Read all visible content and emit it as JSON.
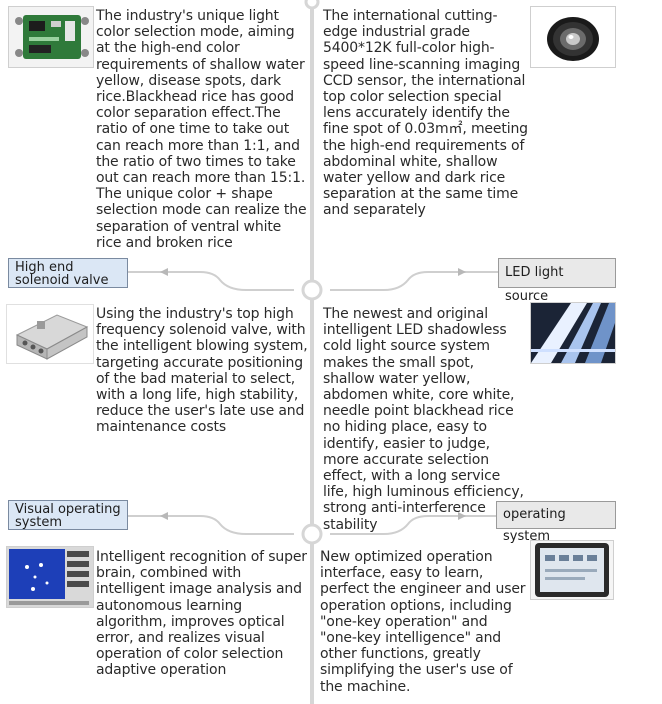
{
  "sections": [
    {
      "left_text": "The industry's unique light color selection mode, aiming at the high-end color requirements of shallow water yellow, disease spots, dark rice.Blackhead rice has good color separation effect.The ratio of one time to take out can reach more than 1:1, and the ratio of two times to take out can reach more than 15:1. The unique color + shape selection mode can realize the separation of ventral white rice and broken rice",
      "right_text": "The international cutting-edge industrial grade 5400*12K full-color high-speed line-scanning imaging CCD sensor, the international top color selection special lens accurately identify the fine spot of 0.03m㎡, meeting the high-end requirements of abdominal white, shallow water yellow and dark rice separation at the same time and separately",
      "left_icon": "circuit-board-icon",
      "right_icon": "camera-lens-icon"
    },
    {
      "left_label": "High end solenoid valve",
      "right_label": "LED light source",
      "left_text": "Using the industry's top high frequency solenoid valve, with the intelligent blowing system, targeting accurate positioning of the bad material to select, with a long life, high stability, reduce the user's late use and maintenance costs",
      "right_text": "The newest and original intelligent LED shadowless cold light source system makes the small spot, shallow water yellow, abdomen white, core white, needle point blackhead rice no hiding place, easy to identify, easier to judge, more accurate selection effect, with a long service life, high luminous efficiency, strong anti-interference stability",
      "left_icon": "solenoid-valve-icon",
      "right_icon": "led-light-icon"
    },
    {
      "left_label": "Visual operating system",
      "right_label": "operating system",
      "left_text": "Intelligent recognition of super brain, combined with intelligent image analysis and autonomous learning algorithm, improves optical error, and realizes visual operation of color selection adaptive operation",
      "right_text": "New optimized operation interface, easy to learn, perfect the engineer and user operation options, including \"one-key operation\" and \"one-key intelligence\" and other functions, greatly simplifying the user's use of the machine.",
      "left_icon": "visual-screen-icon",
      "right_icon": "tablet-interface-icon"
    }
  ],
  "colors": {
    "label_blue": "#dbe7f5",
    "label_grey": "#e9e9e9",
    "line": "#d4d4d4"
  }
}
